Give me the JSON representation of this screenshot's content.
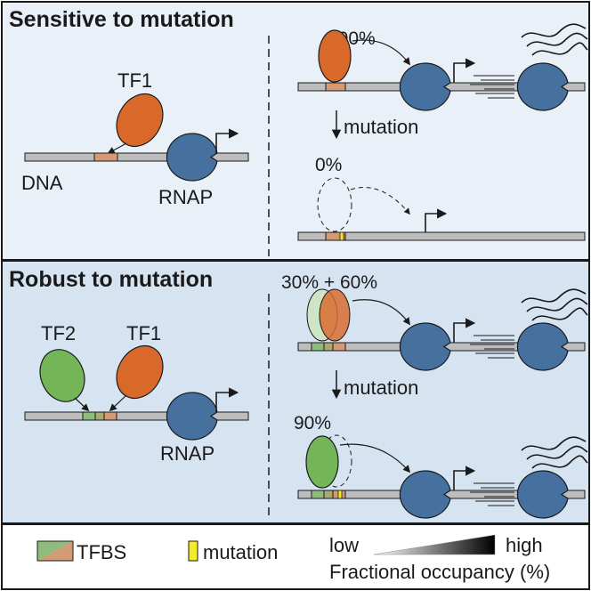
{
  "colors": {
    "panel_top": "#e9f0f8",
    "panel_bottom": "#d6e4f1",
    "dna": "#bdbdbd",
    "tf1": "#d9692b",
    "tf2": "#74b55a",
    "tf2_light": "#cde4c6",
    "rnap": "#46709e",
    "tfbs1": "#d49a73",
    "tfbs2": "#8fbc7e",
    "mutation": "#f5ec28"
  },
  "top_panel": {
    "title": "Sensitive to mutation",
    "tf_label": "TF1",
    "dna_label": "DNA",
    "rnap_label": "RNAP",
    "before_pct": "100%",
    "arrow_label": "mutation",
    "after_pct": "0%"
  },
  "bottom_panel": {
    "title": "Robust to mutation",
    "tf2_label": "TF2",
    "tf1_label": "TF1",
    "rnap_label": "RNAP",
    "before_pct": "30% + 60%",
    "arrow_label": "mutation",
    "after_pct": "90%"
  },
  "legend": {
    "tfbs_label": "TFBS",
    "mutation_label": "mutation",
    "low_label": "low",
    "high_label": "high",
    "axis_label": "Fractional occupancy (%)"
  }
}
